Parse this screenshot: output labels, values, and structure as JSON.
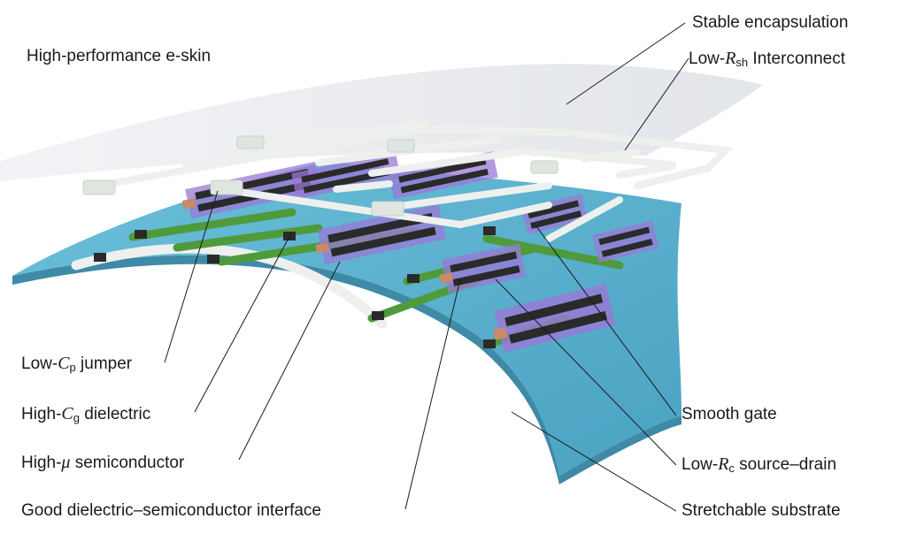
{
  "title": "High-performance e-skin",
  "labels": {
    "encapsulation": "Stable encapsulation",
    "interconnect": {
      "prefix": "Low-",
      "symbol": "R",
      "sub": "sh",
      "suffix": " Interconnect"
    },
    "jumper": {
      "prefix": "Low-",
      "symbol": "C",
      "sub": "p",
      "suffix": " jumper"
    },
    "dielectric": {
      "prefix": "High-",
      "symbol": "C",
      "sub": "g",
      "suffix": " dielectric"
    },
    "semiconductor": {
      "prefix": "High-",
      "symbol": "μ",
      "suffix": " semiconductor"
    },
    "interface": "Good dielectric–semiconductor interface",
    "gate": "Smooth gate",
    "source_drain": {
      "prefix": "Low-",
      "symbol": "R",
      "sub": "c",
      "suffix": " source–drain"
    },
    "substrate": "Stretchable substrate"
  },
  "colors": {
    "substrate": "#5bb3cf",
    "substrate_edge": "#3f8aa6",
    "encapsulation": "#e6e8ec",
    "interconnect": "#eef0ee",
    "gate": "#4f9a3a",
    "dielectric": "#9a78d6",
    "semiconductor": "#7a4fc7",
    "source_drain": "#2a2a2a",
    "contact": "#c98a6a",
    "leader": "#1a1a1a"
  }
}
